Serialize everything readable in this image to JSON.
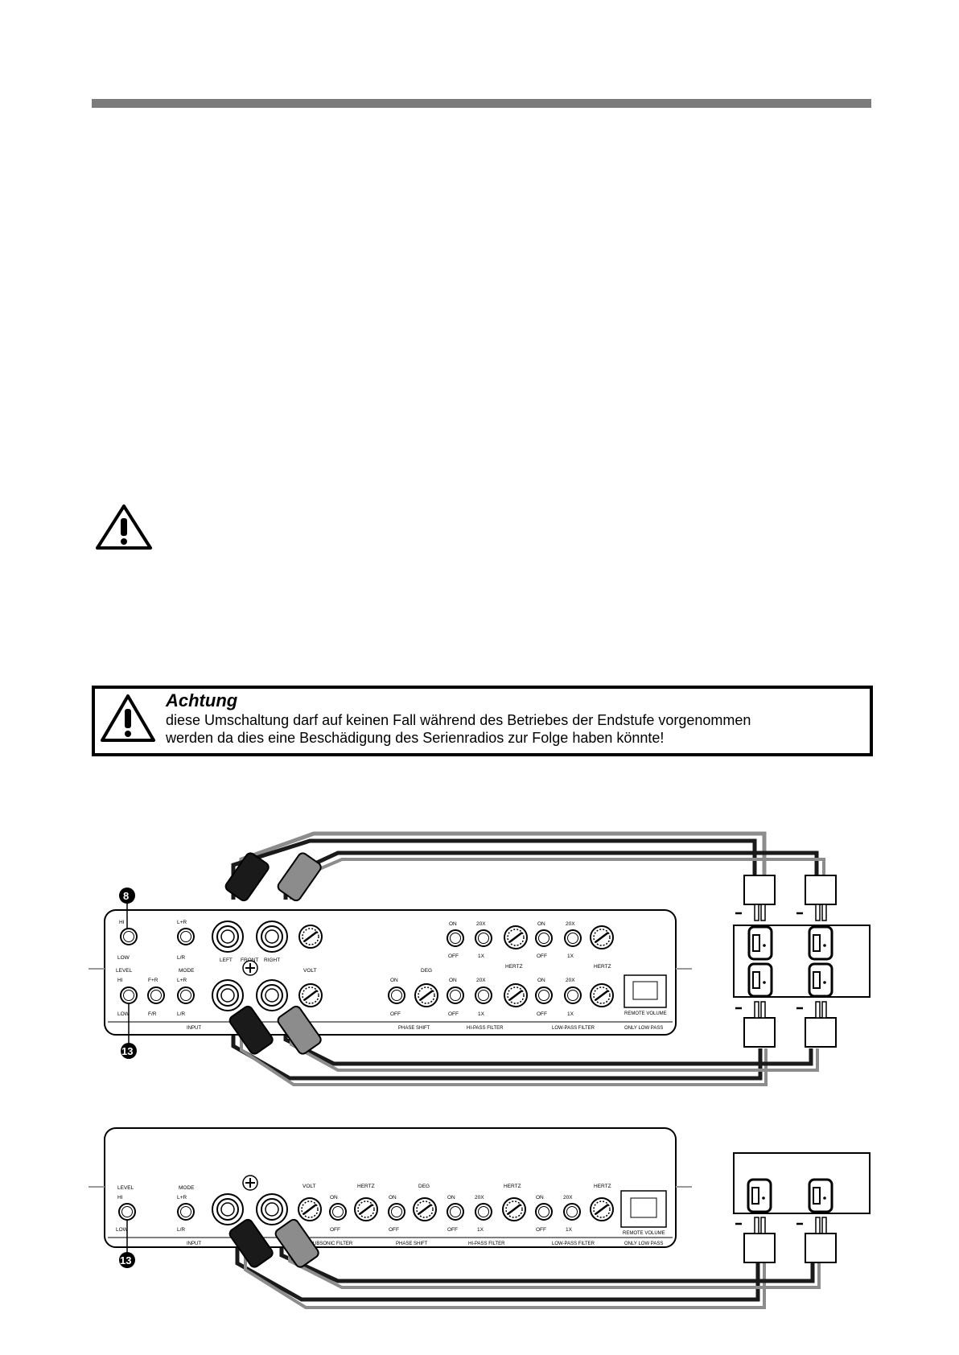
{
  "warning": {
    "title": "Achtung",
    "line1": "diese Umschaltung darf auf keinen Fall während des Betriebes der Endstufe vorgenommen",
    "line2": "werden da dies eine Beschädigung des Serienradios zur Folge haben könnte!"
  },
  "callouts": {
    "level_switch_top": "8",
    "level_switch_bottom": "13",
    "level_switch_second": "13"
  },
  "panel_labels": {
    "hi": "HI",
    "low": "LOW",
    "level": "LEVEL",
    "mode": "MODE",
    "lr_sum": "L+R",
    "lr": "L/R",
    "fr_sum": "F+R",
    "fr": "F/R",
    "left": "LEFT",
    "right": "RIGHT",
    "front": "FRONT",
    "volt": "VOLT",
    "on": "ON",
    "off": "OFF",
    "x20": "20X",
    "x1": "1X",
    "hertz": "HERTZ",
    "deg": "DEG",
    "input": "INPUT",
    "phase_shift": "PHASE SHIFT",
    "hi_pass": "HI-PASS FILTER",
    "low_pass": "LOW-PASS FILTER",
    "subsonic": "SUBSONIC FILTER",
    "remote_volume": "REMOTE VOLUME",
    "only_low_pass": "ONLY LOW PASS"
  },
  "colors": {
    "rule": "#7b7b7b",
    "cable_black": "#1a1a1a",
    "cable_gray": "#8c8c8c"
  }
}
